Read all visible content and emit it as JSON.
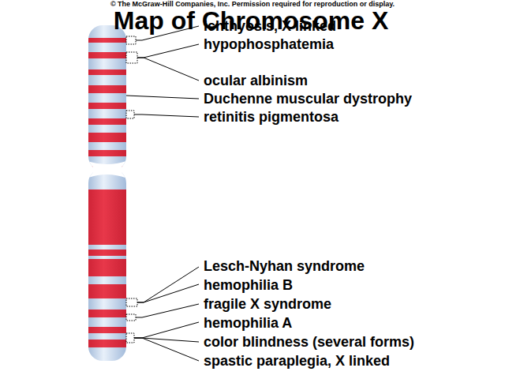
{
  "diagram": {
    "title": "Map of Chromosome X",
    "labels": [
      "© The McGraw-Hill Companies, Inc. Permission required for reproduction or display.",
      "ichthyosis, X linked",
      "hypophosphatemia",
      "ocular albinism",
      "Duchenne muscular dystrophy",
      "retinitis pigmentosa",
      "Lesch-Nyhan syndrome",
      "hemophilia B",
      "fragile X syndrome",
      "hemophilia A",
      "color blindness (several forms)",
      "spastic paraplegia, X linked"
    ]
  }
}
